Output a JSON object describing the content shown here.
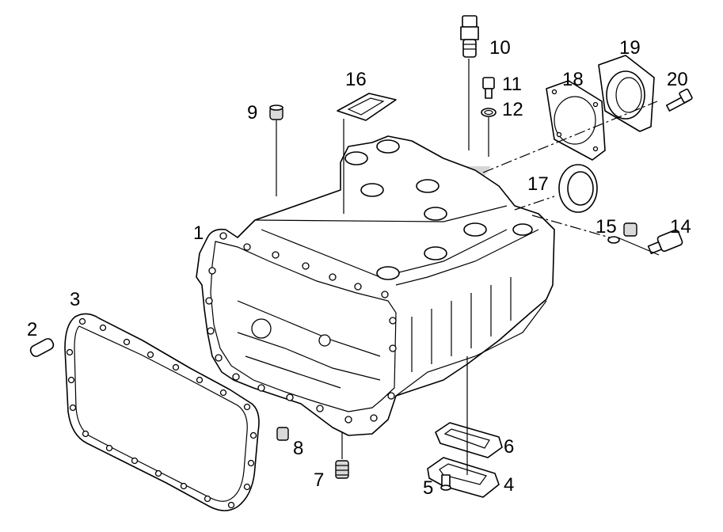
{
  "watermark_color": "#d6d6d6",
  "ink_color": "#000000",
  "callouts": {
    "c1": "1",
    "c2": "2",
    "c3": "3",
    "c4": "4",
    "c5": "5",
    "c6": "6",
    "c7": "7",
    "c8": "8",
    "c9": "9",
    "c10": "10",
    "c11": "11",
    "c12": "12",
    "c14": "14",
    "c15": "15",
    "c16": "16",
    "c17": "17",
    "c18": "18",
    "c19": "19",
    "c20": "20"
  }
}
